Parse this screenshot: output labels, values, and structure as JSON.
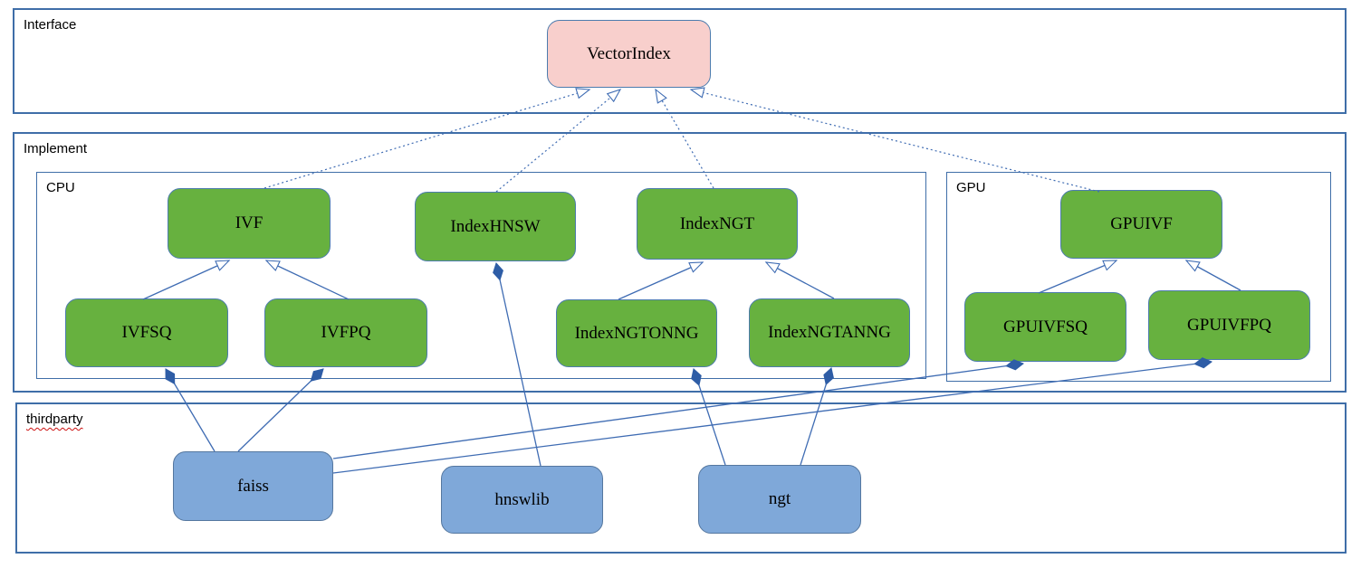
{
  "diagram": {
    "sections": {
      "interface": "Interface",
      "implement": "Implement",
      "cpu": "CPU",
      "gpu": "GPU",
      "thirdparty": "thirdparty"
    },
    "nodes": {
      "vectorindex": "VectorIndex",
      "ivf": "IVF",
      "indexhnsw": "IndexHNSW",
      "indexngt": "IndexNGT",
      "ivfsq": "IVFSQ",
      "ivfpq": "IVFPQ",
      "indexngtonng": "IndexNGTONNG",
      "indexngtanng": "IndexNGTANNG",
      "gpuivf": "GPUIVF",
      "gpuivfsq": "GPUIVFSQ",
      "gpuivfpq": "GPUIVFPQ",
      "faiss": "faiss",
      "hnswlib": "hnswlib",
      "ngt": "ngt"
    },
    "colors": {
      "interface_node_fill": "#f8cfcc",
      "class_node_fill": "#67b13f",
      "thirdparty_node_fill": "#7fa8d9",
      "node_border": "#4d7cae",
      "container_border": "#3f6ea8",
      "connector": "#3f6cb3",
      "spellcheck_underline": "#cc1111"
    },
    "relations": [
      {
        "from": "IVF",
        "to": "VectorIndex",
        "type": "realization-dashed-hollow-arrow"
      },
      {
        "from": "IndexHNSW",
        "to": "VectorIndex",
        "type": "realization-dashed-hollow-arrow"
      },
      {
        "from": "IndexNGT",
        "to": "VectorIndex",
        "type": "realization-dashed-hollow-arrow"
      },
      {
        "from": "GPUIVF",
        "to": "VectorIndex",
        "type": "realization-dashed-hollow-arrow"
      },
      {
        "from": "IVFSQ",
        "to": "IVF",
        "type": "generalization-hollow-arrow"
      },
      {
        "from": "IVFPQ",
        "to": "IVF",
        "type": "generalization-hollow-arrow"
      },
      {
        "from": "IndexNGTONNG",
        "to": "IndexNGT",
        "type": "generalization-hollow-arrow"
      },
      {
        "from": "IndexNGTANNG",
        "to": "IndexNGT",
        "type": "generalization-hollow-arrow"
      },
      {
        "from": "GPUIVFSQ",
        "to": "GPUIVF",
        "type": "generalization-hollow-arrow"
      },
      {
        "from": "GPUIVFPQ",
        "to": "GPUIVF",
        "type": "generalization-hollow-arrow"
      },
      {
        "from": "faiss",
        "to": "IVFSQ",
        "type": "composition-filled-diamond"
      },
      {
        "from": "faiss",
        "to": "IVFPQ",
        "type": "composition-filled-diamond"
      },
      {
        "from": "faiss",
        "to": "GPUIVFSQ",
        "type": "composition-filled-diamond"
      },
      {
        "from": "faiss",
        "to": "GPUIVFPQ",
        "type": "composition-filled-diamond"
      },
      {
        "from": "hnswlib",
        "to": "IndexHNSW",
        "type": "composition-filled-diamond"
      },
      {
        "from": "ngt",
        "to": "IndexNGTONNG",
        "type": "composition-filled-diamond"
      },
      {
        "from": "ngt",
        "to": "IndexNGTANNG",
        "type": "composition-filled-diamond"
      }
    ]
  }
}
